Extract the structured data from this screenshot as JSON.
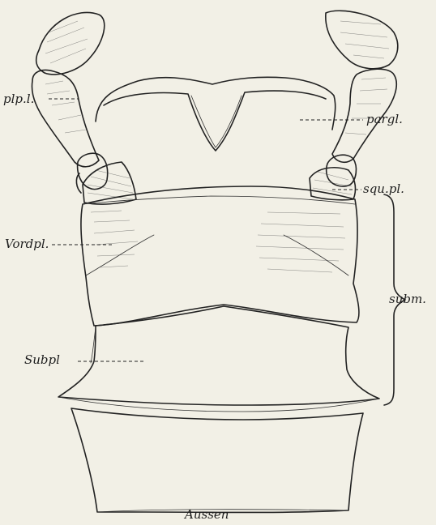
{
  "labels": {
    "plp_l": "plp.l.",
    "pargl": "pargl.",
    "squ_pl": "squ.pl.",
    "vordpl": "Vordpl.",
    "subm": "subm.",
    "subpl": "Subpl",
    "aussen": "Aussen"
  },
  "colors": {
    "paper": "#f2f0e6",
    "ink": "#222222"
  }
}
